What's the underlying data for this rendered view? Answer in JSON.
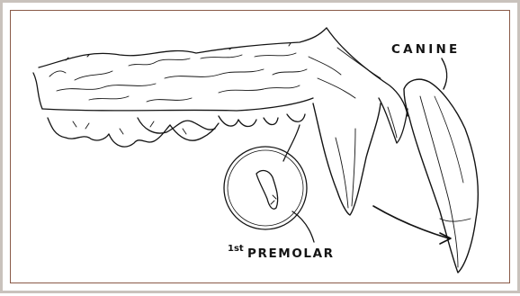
{
  "figure": {
    "labels": {
      "canine": "CANINE",
      "premolar_ordinal": "1st",
      "premolar": "PREMOLAR"
    },
    "colors": {
      "ink": "#141414",
      "frame_border": "#8a5a48",
      "outer_border": "#c9c2bc",
      "background": "#ffffff"
    }
  }
}
